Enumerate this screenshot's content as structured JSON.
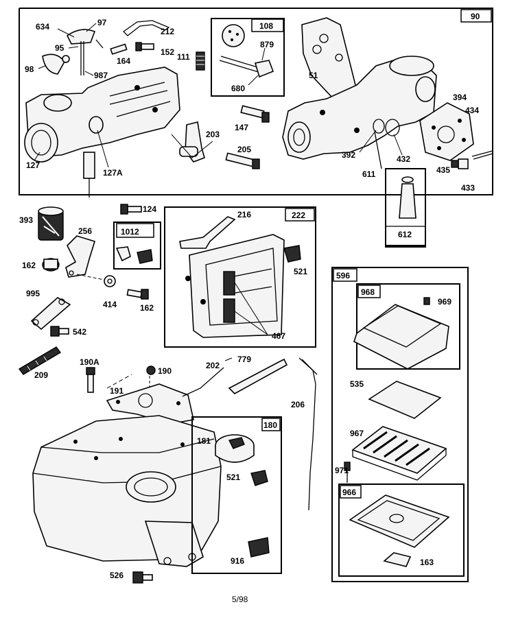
{
  "groups": {
    "g90": "90",
    "g108": "108",
    "g222": "222",
    "g1012": "1012",
    "g612": "612",
    "g596": "596",
    "g968": "968",
    "g966": "966",
    "g180": "180"
  },
  "labels": {
    "l634": "634",
    "l97": "97",
    "l212": "212",
    "l95": "95",
    "l164": "164",
    "l152": "152",
    "l111": "111",
    "l98": "98",
    "l987": "987",
    "l127": "127",
    "l127a": "127A",
    "l203": "203",
    "l147": "147",
    "l205": "205",
    "l879": "879",
    "l680": "680",
    "l51": "51",
    "l394": "394",
    "l434": "434",
    "l392": "392",
    "l432": "432",
    "l611": "611",
    "l435": "435",
    "l433": "433",
    "l393": "393",
    "l124": "124",
    "l256": "256",
    "l162a": "162",
    "l414": "414",
    "l162b": "162",
    "l995": "995",
    "l542": "542",
    "l209": "209",
    "l216": "216",
    "l521a": "521",
    "l467": "467",
    "l969": "969",
    "l535": "535",
    "l967": "967",
    "l971": "971",
    "l163": "163",
    "l190a": "190A",
    "l190": "190",
    "l191": "191",
    "l202": "202",
    "l779": "779",
    "l206": "206",
    "l181": "181",
    "l521b": "521",
    "l916": "916",
    "l526": "526"
  },
  "footer": {
    "page": "5/98"
  }
}
